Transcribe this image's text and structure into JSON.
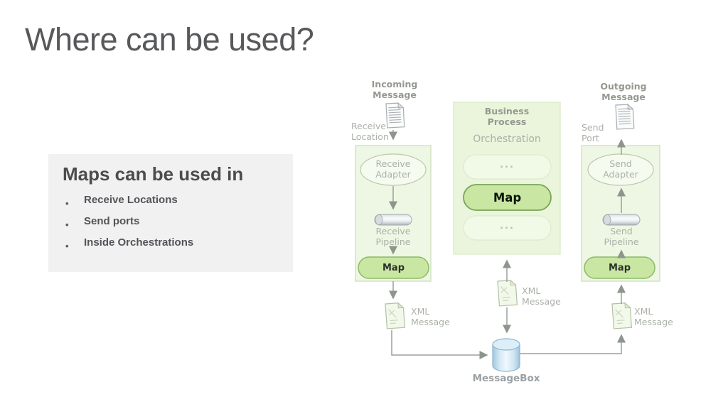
{
  "slide": {
    "title": "Where can be used?"
  },
  "info_box": {
    "heading": "Maps can be used in",
    "bullet_char": "•",
    "bullets": [
      "Receive Locations",
      "Send ports",
      "Inside Orchestrations"
    ]
  },
  "diagram": {
    "incoming_message": "Incoming\nMessage",
    "receive_location": "Receive\nLocation",
    "receive_adapter": "Receive\nAdapter",
    "receive_pipeline": "Receive\nPipeline",
    "map_receive": "Map",
    "xml_message_left": "XML\nMessage",
    "business_process": "Business\nProcess",
    "orchestration": "Orchestration",
    "ellipsis_top": "...",
    "map_orchestration": "Map",
    "ellipsis_bottom": "...",
    "xml_message_middle": "XML\nMessage",
    "outgoing_message": "Outgoing\nMessage",
    "send_port": "Send\nPort",
    "send_adapter": "Send\nAdapter",
    "send_pipeline": "Send\nPipeline",
    "map_send": "Map",
    "xml_message_right": "XML\nMessage",
    "messagebox": "MessageBox"
  },
  "colors": {
    "title_text": "#57585a",
    "info_box_bg": "#f1f1f2",
    "diagram_box_fill": "#eef7e3",
    "diagram_box_border": "#c9dcba",
    "map_pill_fill": "#c9e7a3",
    "map_pill_border": "#8cba69",
    "arrow_gray": "#949a93",
    "cylinder_blue": "#cfe6f3",
    "label_gray": "#abb1a8"
  }
}
